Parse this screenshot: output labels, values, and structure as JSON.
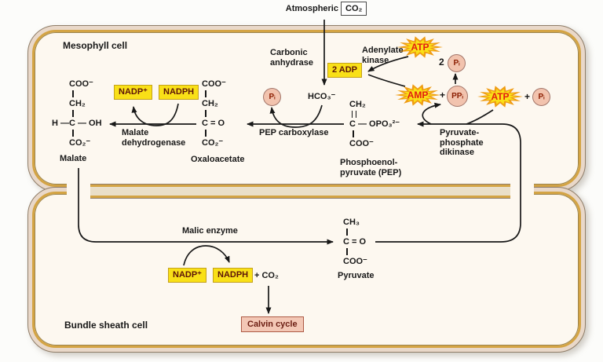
{
  "atmospheric": {
    "label": "Atmospheric",
    "co2": "CO₂"
  },
  "cells": {
    "mesophyll": "Mesophyll cell",
    "bundle": "Bundle sheath cell"
  },
  "enzymes": {
    "carbonic_anhydrase": {
      "line1": "Carbonic",
      "line2": "anhydrase"
    },
    "adenylate_kinase": {
      "line1": "Adenylate",
      "line2": "kinase"
    },
    "malate_dehydrogenase": {
      "line1": "Malate",
      "line2": "dehydrogenase"
    },
    "pep_carboxylase": "PEP carboxylase",
    "dikinase": {
      "line1": "Pyruvate-",
      "line2": "phosphate",
      "line3": "dikinase"
    },
    "malic_enzyme": "Malic enzyme"
  },
  "cofactors": {
    "nadp_top": "NADP⁺",
    "nadph_top": "NADPH",
    "nadp_bottom": "NADP⁺",
    "nadph_bottom": "NADPH",
    "plus_co2": "+ CO₂",
    "adp2": "2 ADP",
    "atp_top": "ATP",
    "amp": "AMP",
    "atp_right": "ATP",
    "pi": "Pᵢ",
    "ppi": "PPᵢ",
    "two": "2",
    "plus": "+",
    "hco3": "HCO₃⁻"
  },
  "molecules": {
    "malate": {
      "r1": "COO⁻",
      "r2": "CH₂",
      "pre": "H — ",
      "r3": "C — OH",
      "r4": "CO₂⁻",
      "label": "Malate"
    },
    "oxaloacetate": {
      "r1": "COO⁻",
      "r2": "CH₂",
      "r3": "C = O",
      "r4": "CO₂⁻",
      "label": "Oxaloacetate"
    },
    "pep": {
      "r1": "CH₂",
      "r2": "C — OPO₃²⁻",
      "r3": "COO⁻",
      "label1": "Phosphoenol-",
      "label2": "pyruvate (PEP)"
    },
    "pyruvate": {
      "r1": "CH₃",
      "r2": "C = O",
      "r3": "COO⁻",
      "label": "Pyruvate"
    }
  },
  "calvin_cycle": "Calvin cycle",
  "colors": {
    "cofactor_box_bg": "#f9e017",
    "cofactor_box_border": "#c4a11a",
    "starburst_fill": "#f9e017",
    "starburst_edge": "#ef9c14",
    "starburst_text": "#e31e10",
    "pi_badge_bg": "#f2c3ae",
    "pi_badge_text": "#8b1d00",
    "calvin_bg": "#f3c7b5",
    "calvin_border": "#ad5a45",
    "cell_wall_gold": "#d4a444",
    "cell_wall_band": "#e9d8c9",
    "cell_interior": "#fdf8f0",
    "arrow": "#181818"
  }
}
